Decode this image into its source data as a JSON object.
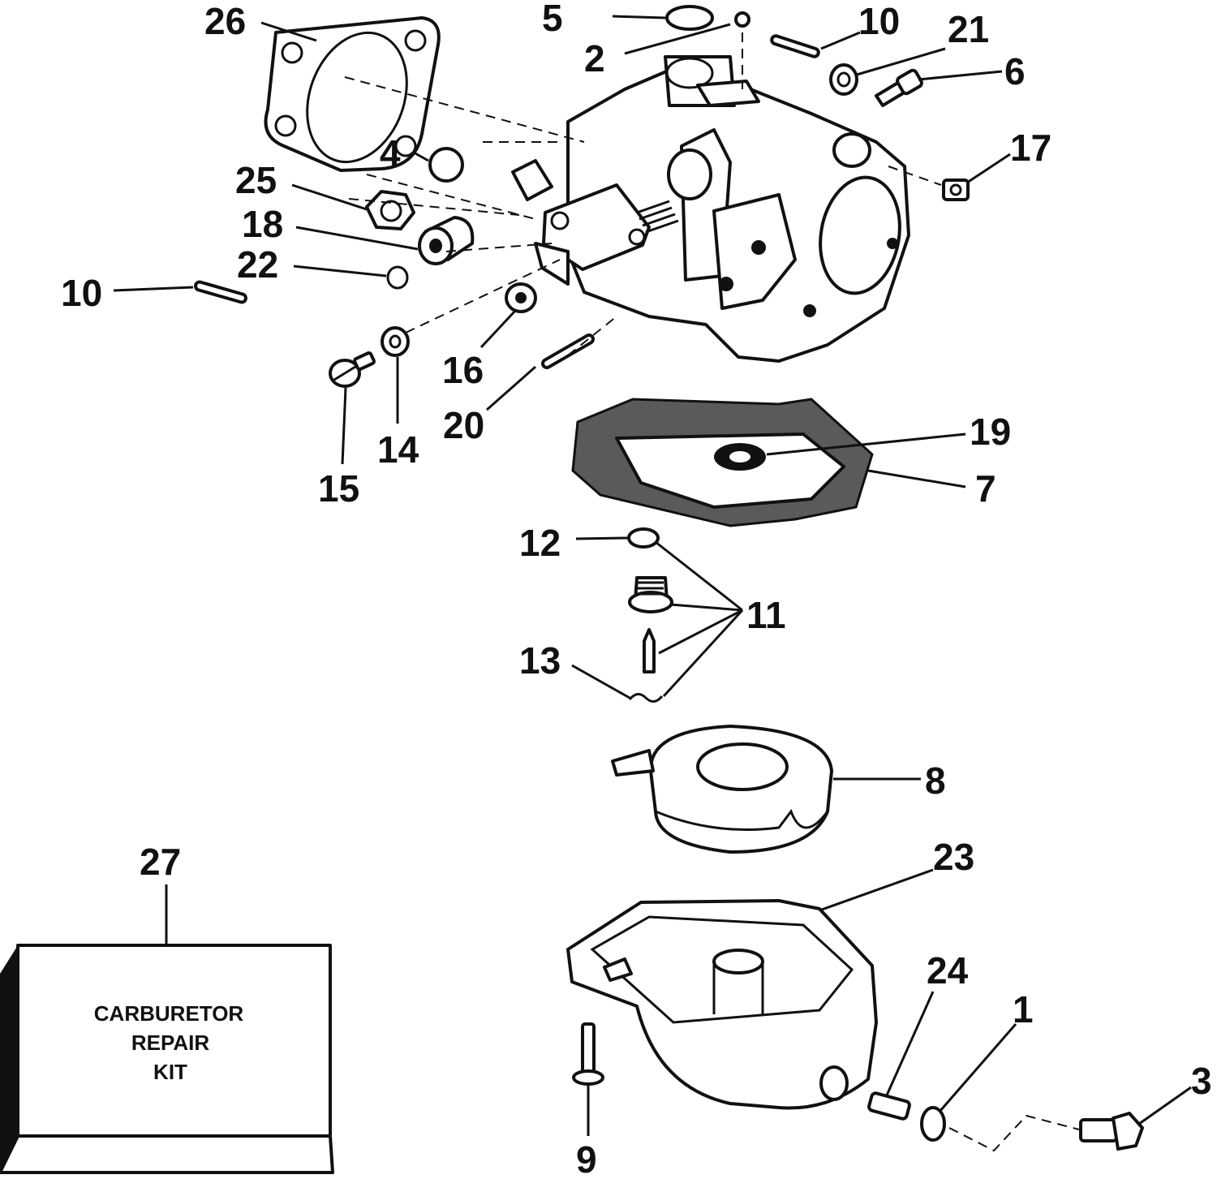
{
  "diagram": {
    "callouts": [
      "26",
      "5",
      "2",
      "10",
      "21",
      "6",
      "4",
      "17",
      "25",
      "18",
      "22",
      "10",
      "16",
      "20",
      "14",
      "15",
      "19",
      "7",
      "12",
      "11",
      "13",
      "8",
      "27",
      "23",
      "24",
      "1",
      "3",
      "9"
    ],
    "kit_box": {
      "lines": [
        "CARBURETOR",
        "REPAIR",
        "KIT"
      ]
    }
  }
}
